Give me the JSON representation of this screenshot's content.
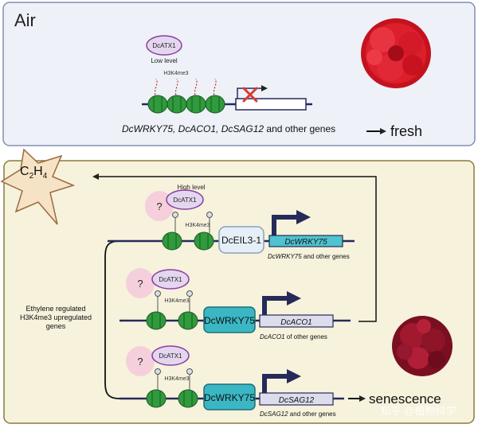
{
  "air_panel": {
    "title": "Air",
    "atx1_label": "DcATX1",
    "atx1_level": "Low level",
    "mark_label": "H3K4me3",
    "genes_italic": "DcWRKY75, DcACO1, DcSAG12",
    "genes_rest": " and other genes",
    "outcome": "fresh"
  },
  "ethylene_panel": {
    "c2h4_c": "C",
    "c2h4_sub1": "2",
    "c2h4_h": "H",
    "c2h4_sub2": "4",
    "side_label_lines": [
      "Ethylene regulated",
      "H3K4me3 upregulated",
      "genes"
    ],
    "outcome": "senescence",
    "rows": [
      {
        "level": "High level",
        "question": "?",
        "atx1_label": "DcATX1",
        "mark_label": "H3K4me3",
        "tf_label": "DcEIL3-1",
        "gene_label": "DcWRKY75",
        "caption_italic": "DcWRKY75",
        "caption_rest": " and other genes"
      },
      {
        "question": "?",
        "atx1_label": "DcATX1",
        "mark_label": "H3K4me3",
        "tf_label": "DcWRKY75",
        "gene_label": "DcACO1",
        "caption_italic": "DcACO1",
        "caption_rest": " of other genes"
      },
      {
        "question": "?",
        "atx1_label": "DcATX1",
        "mark_label": "H3K4me3",
        "tf_label": "DcWRKY75",
        "gene_label": "DcSAG12",
        "caption_italic": "DcSAG12",
        "caption_rest": " and other genes"
      }
    ]
  },
  "watermark": "知乎 @植物科学",
  "colors": {
    "air_bg": "#eef1f8",
    "air_border": "#8090b0",
    "eth_bg": "#f6f2dc",
    "eth_border": "#8a7a3c",
    "nucleosome": "#2f9b3c",
    "atx1_fill": "#e4d6ef",
    "atx1_border": "#8a3fa0",
    "question_fill": "#f6cfdc",
    "tf_wrky": "#3bb7c4",
    "tf_eil": "#e6eff8",
    "gene_cyan": "#4fc3cf",
    "gene_grey": "#dcdcec",
    "arrow_navy": "#262a5a",
    "cross": "#d93a33",
    "star_fill": "#f6e3c6",
    "star_stroke": "#9a6a40",
    "flower_fresh": "#dd1f2c",
    "flower_senescent": "#a0192f"
  }
}
